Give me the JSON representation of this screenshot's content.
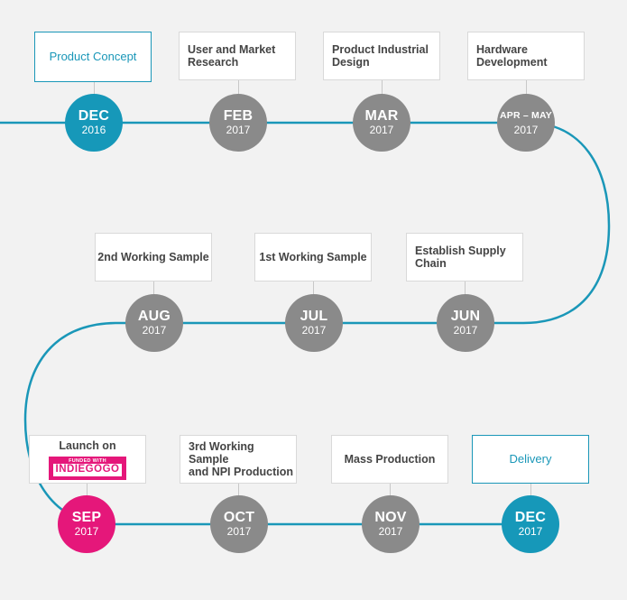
{
  "colors": {
    "track": "#1a97b8",
    "node_default": "#8a8a8a",
    "node_highlight": "#1698b9",
    "node_launch": "#e5177a"
  },
  "milestones": [
    {
      "label": "Product Concept",
      "month": "DEC",
      "year": "2016",
      "style": "teal"
    },
    {
      "label": "User and Market\nResearch",
      "month": "FEB",
      "year": "2017",
      "style": "grey"
    },
    {
      "label": "Product Industrial\nDesign",
      "month": "MAR",
      "year": "2017",
      "style": "grey"
    },
    {
      "label": "Hardware\nDevelopment",
      "month": "APR – MAY",
      "year": "2017",
      "style": "grey"
    },
    {
      "label": "Establish Supply\nChain",
      "month": "JUN",
      "year": "2017",
      "style": "grey"
    },
    {
      "label": "1st Working Sample",
      "month": "JUL",
      "year": "2017",
      "style": "grey"
    },
    {
      "label": "2nd Working Sample",
      "month": "AUG",
      "year": "2017",
      "style": "grey"
    },
    {
      "label": "Launch on",
      "month": "SEP",
      "year": "2017",
      "style": "pink",
      "badge": {
        "top": "FUNDED WITH",
        "main": "INDIEGOGO"
      }
    },
    {
      "label": "3rd Working Sample\nand NPI Production",
      "month": "OCT",
      "year": "2017",
      "style": "grey"
    },
    {
      "label": "Mass Production",
      "month": "NOV",
      "year": "2017",
      "style": "grey"
    },
    {
      "label": "Delivery",
      "month": "DEC",
      "year": "2017",
      "style": "teal"
    }
  ]
}
